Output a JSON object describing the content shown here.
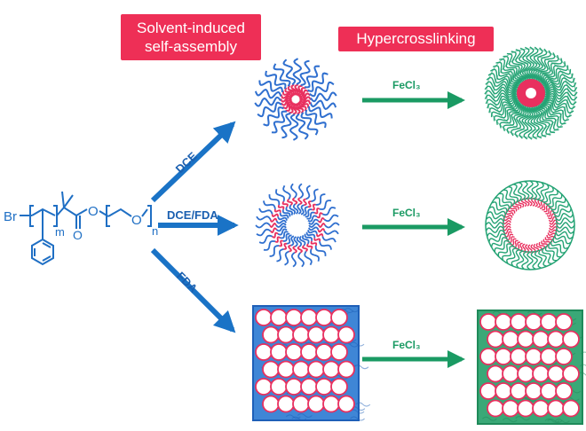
{
  "labels": {
    "self_assembly": "Solvent-induced self-assembly",
    "self_assembly_line1": "Solvent-induced",
    "self_assembly_line2": "self-assembly",
    "hypercrosslinking": "Hypercrosslinking"
  },
  "routes": [
    {
      "solvent": "DCE",
      "morphology": "spherical micelle",
      "crosslinker": "FeCl₃"
    },
    {
      "solvent": "DCE/FDA",
      "morphology": "vesicle",
      "crosslinker": "FeCl₃"
    },
    {
      "solvent": "FDA",
      "morphology": "bicontinuous / porous film",
      "crosslinker": "FeCl₃"
    }
  ],
  "structure": {
    "end_group": "Br",
    "block1_subscript": "m",
    "block2_subscript": "n",
    "ester_oxygen": "O",
    "ether_oxygen": "O"
  },
  "colors": {
    "label_bg": "#ee2f56",
    "arrow_blue": "#1a73c6",
    "arrow_green": "#1a9a63",
    "chain_blue": "#2f6fcf",
    "core_pink": "#e8305f",
    "crosslinked_green": "#24a374"
  }
}
